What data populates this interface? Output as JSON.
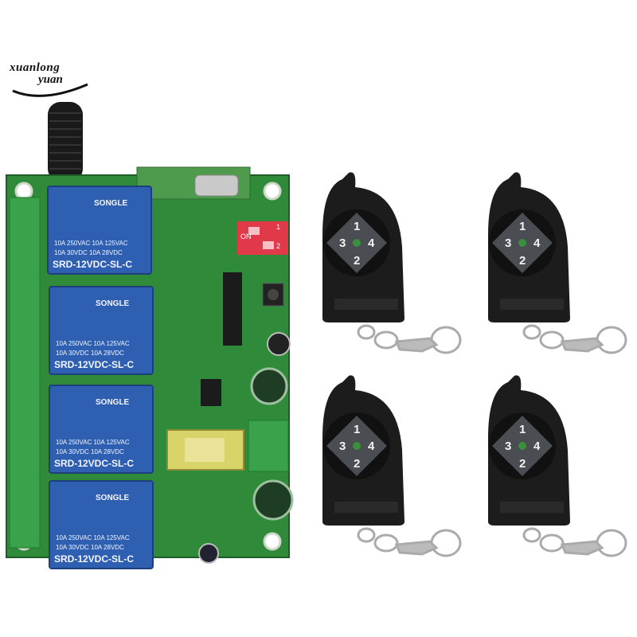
{
  "brand": {
    "logo_line1": "xuanlong",
    "logo_line2": "yuan"
  },
  "relay_board": {
    "relay_count": 4,
    "relay_brand": "SONGLE",
    "relay_rating_line1": "10A 250VAC  10A 125VAC",
    "relay_rating_line2": "10A  30VDC  10A  28VDC",
    "relay_model": "SRD-12VDC-SL-C",
    "dip_switch_labels": [
      "ON",
      "1",
      "2"
    ]
  },
  "remotes": [
    {
      "buttons": [
        "1",
        "3",
        "4",
        "2"
      ]
    },
    {
      "buttons": [
        "1",
        "3",
        "4",
        "2"
      ]
    },
    {
      "buttons": [
        "1",
        "3",
        "4",
        "2"
      ]
    },
    {
      "buttons": [
        "1",
        "3",
        "4",
        "2"
      ]
    }
  ],
  "colors": {
    "pcb_green": "#2f8a3a",
    "relay_blue": "#2f5fb0",
    "terminal_green": "#3aa24a",
    "remote_black": "#1c1c1c",
    "dip_red": "#e0394a"
  }
}
